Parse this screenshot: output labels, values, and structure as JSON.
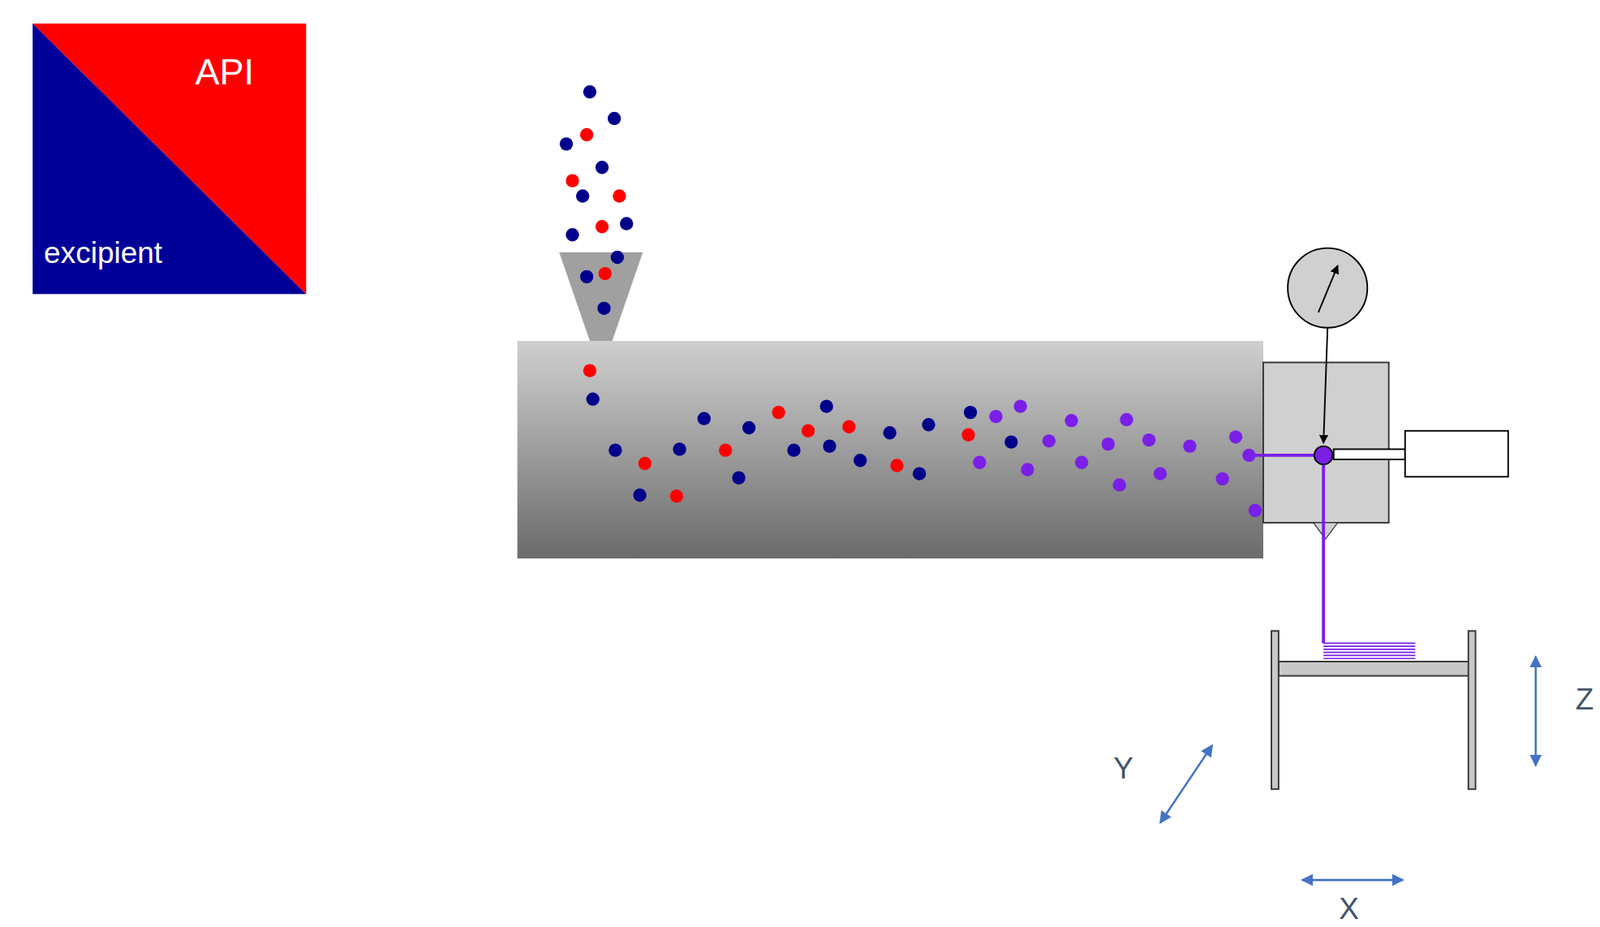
{
  "diagram": {
    "labels": [
      "Y",
      "Z",
      "X"
    ],
    "legend": [
      {
        "text": "API",
        "color": "#ff0000"
      },
      {
        "text": "excipient",
        "color": "#000099"
      }
    ]
  }
}
